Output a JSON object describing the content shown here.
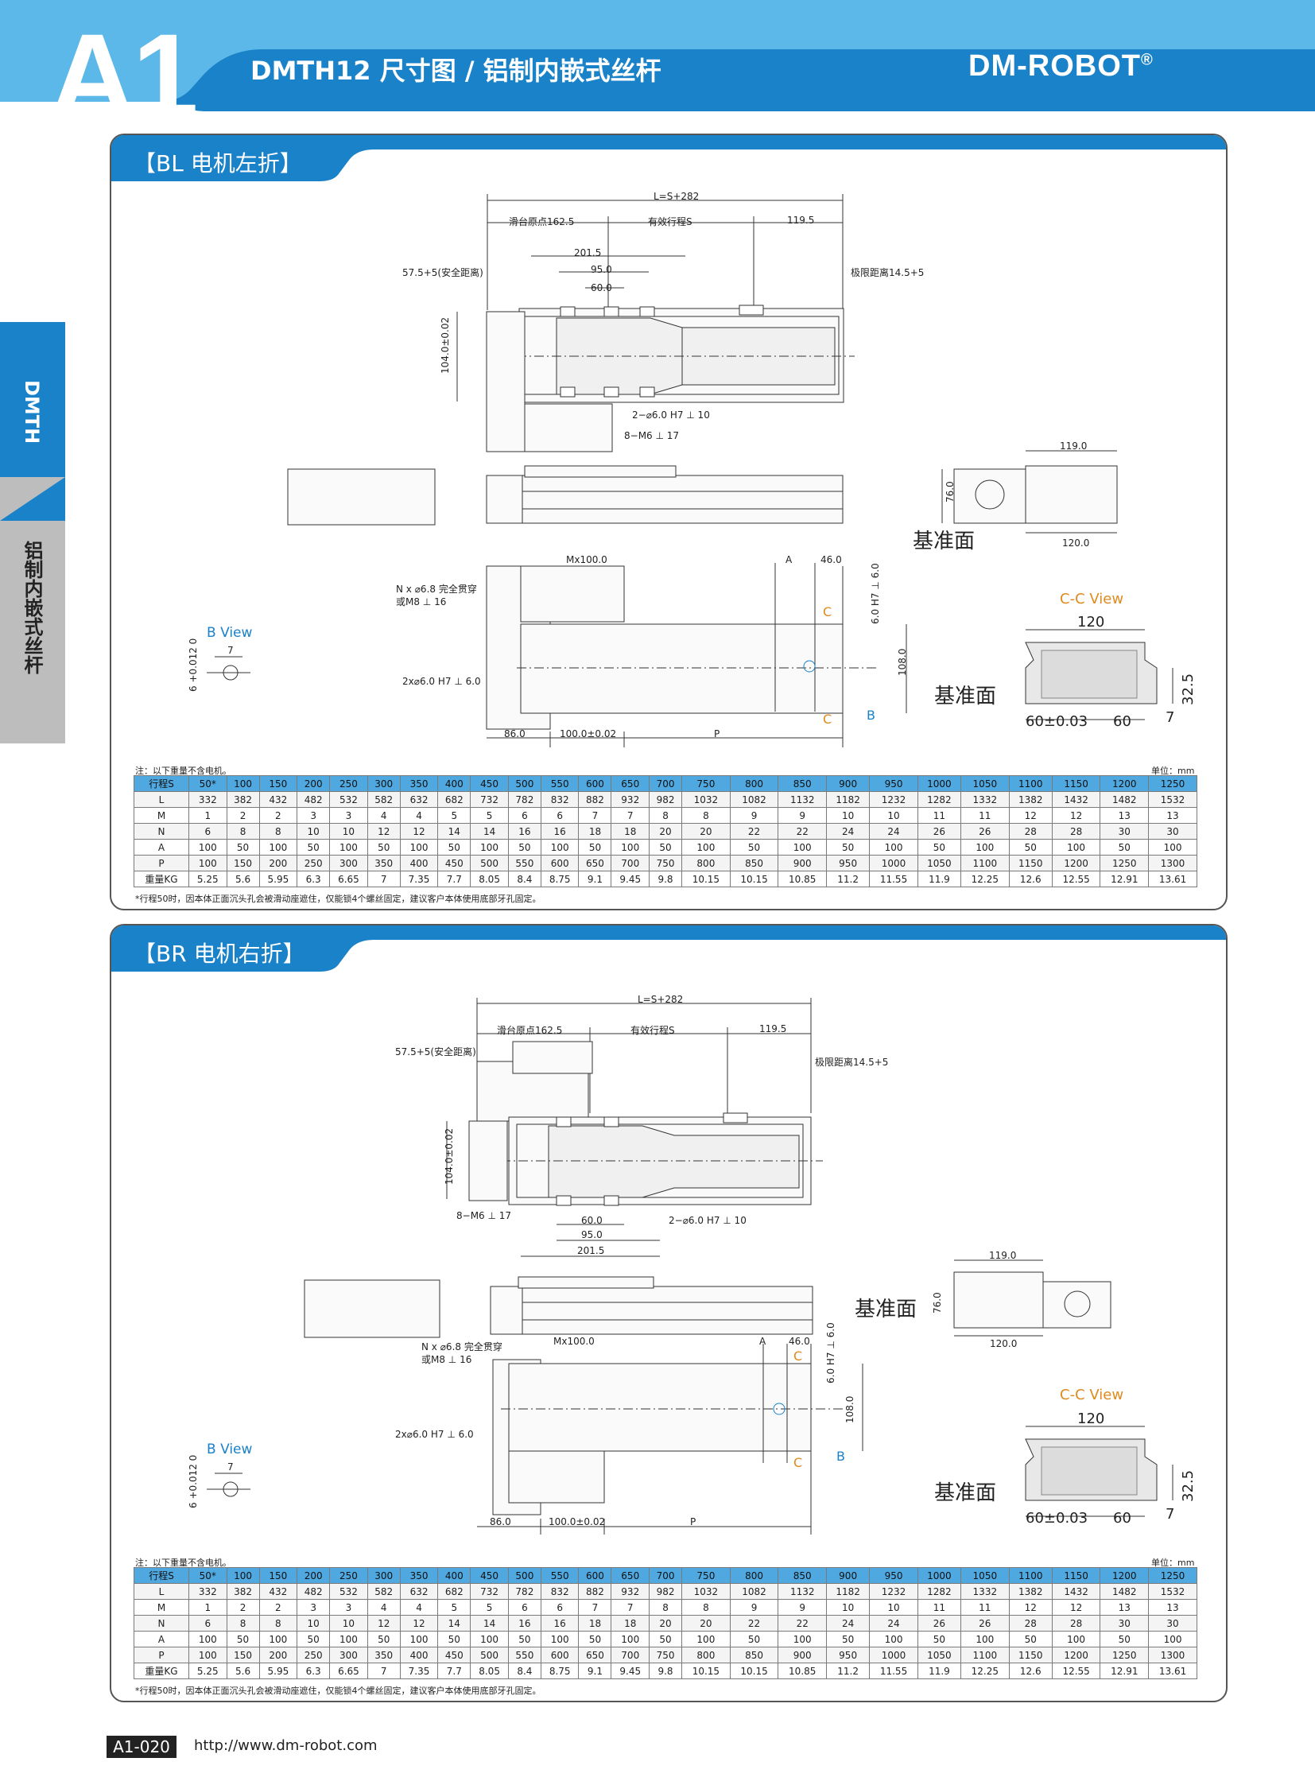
{
  "header": {
    "series": "A1",
    "title": "DMTH12 尺寸图 / 铝制内嵌式丝杆",
    "logo": "DM-ROBOT",
    "logo_reg": "®"
  },
  "side": {
    "tab_main": "DMTH",
    "tab_sub": "铝制内嵌式丝杆"
  },
  "sections": [
    {
      "tab": "【BL  电机左折】",
      "labels": {
        "overall": "L=S+282",
        "origin": "滑台原点162.5",
        "stroke": "有效行程S",
        "end": "119.5",
        "safety": "57.5+5(安全距离)",
        "limit": "极限距离14.5+5",
        "d2015": "201.5",
        "d95": "95.0",
        "d60": "60.0",
        "height": "104.0±0.02",
        "pin": "2−⌀6.0 H7 ⊥ 10",
        "screw": "8−M6 ⊥ 17",
        "side_w": "119.0",
        "side_h": "76.0",
        "side_b": "120.0",
        "datum": "基准面",
        "mx": "Mx100.0",
        "a": "A",
        "d46": "46.0",
        "holes": "N x ⌀6.8 完全贯穿",
        "holes2": "或M8 ⊥ 16",
        "pins2": "2x⌀6.0 H7 ⊥ 6.0",
        "h7": "6.0 H7 ⊥ 6.0",
        "d108": "108.0",
        "d86": "86.0",
        "d100": "100.0±0.02",
        "p": "P",
        "c": "C",
        "b": "B",
        "bview": "B View",
        "bview_dim": "7",
        "bview_tol": "6 +0.012 0",
        "ccview": "C-C View",
        "cc_w": "120",
        "cc_l": "60±0.03",
        "cc_r": "60",
        "cc_h": "32.5",
        "cc_s": "7"
      },
      "note": "注：以下重量不含电机。",
      "unit": "单位：mm",
      "footnote": "*行程50时，因本体正面沉头孔会被滑动座遮住，仅能锁4个螺丝固定，建议客户本体使用底部牙孔固定。"
    },
    {
      "tab": "【BR  电机右折】",
      "labels": {
        "overall": "L=S+282",
        "origin": "滑台原点162.5",
        "stroke": "有效行程S",
        "end": "119.5",
        "safety": "57.5+5(安全距离)",
        "limit": "极限距离14.5+5",
        "d2015": "201.5",
        "d95": "95.0",
        "d60": "60.0",
        "height": "104.0±0.02",
        "pin": "2−⌀6.0 H7 ⊥ 10",
        "screw": "8−M6 ⊥ 17",
        "side_w": "119.0",
        "side_h": "76.0",
        "side_b": "120.0",
        "datum": "基准面",
        "mx": "Mx100.0",
        "a": "A",
        "d46": "46.0",
        "holes": "N x ⌀6.8 完全贯穿",
        "holes2": "或M8 ⊥ 16",
        "pins2": "2x⌀6.0 H7 ⊥ 6.0",
        "h7": "6.0 H7 ⊥ 6.0",
        "d108": "108.0",
        "d86": "86.0",
        "d100": "100.0±0.02",
        "p": "P",
        "c": "C",
        "b": "B",
        "bview": "B View",
        "bview_dim": "7",
        "bview_tol": "6 +0.012 0",
        "ccview": "C-C View",
        "cc_w": "120",
        "cc_l": "60±0.03",
        "cc_r": "60",
        "cc_h": "32.5",
        "cc_s": "7"
      },
      "note": "注：以下重量不含电机。",
      "unit": "单位：mm",
      "footnote": "*行程50时，因本体正面沉头孔会被滑动座遮住，仅能锁4个螺丝固定，建议客户本体使用底部牙孔固定。"
    }
  ],
  "spec_table": {
    "rows": [
      {
        "label": "行程S",
        "values": [
          "50*",
          "100",
          "150",
          "200",
          "250",
          "300",
          "350",
          "400",
          "450",
          "500",
          "550",
          "600",
          "650",
          "700",
          "750",
          "800",
          "850",
          "900",
          "950",
          "1000",
          "1050",
          "1100",
          "1150",
          "1200",
          "1250"
        ]
      },
      {
        "label": "L",
        "values": [
          "332",
          "382",
          "432",
          "482",
          "532",
          "582",
          "632",
          "682",
          "732",
          "782",
          "832",
          "882",
          "932",
          "982",
          "1032",
          "1082",
          "1132",
          "1182",
          "1232",
          "1282",
          "1332",
          "1382",
          "1432",
          "1482",
          "1532"
        ]
      },
      {
        "label": "M",
        "values": [
          "1",
          "2",
          "2",
          "3",
          "3",
          "4",
          "4",
          "5",
          "5",
          "6",
          "6",
          "7",
          "7",
          "8",
          "8",
          "9",
          "9",
          "10",
          "10",
          "11",
          "11",
          "12",
          "12",
          "13",
          "13"
        ]
      },
      {
        "label": "N",
        "values": [
          "6",
          "8",
          "8",
          "10",
          "10",
          "12",
          "12",
          "14",
          "14",
          "16",
          "16",
          "18",
          "18",
          "20",
          "20",
          "22",
          "22",
          "24",
          "24",
          "26",
          "26",
          "28",
          "28",
          "30",
          "30"
        ]
      },
      {
        "label": "A",
        "values": [
          "100",
          "50",
          "100",
          "50",
          "100",
          "50",
          "100",
          "50",
          "100",
          "50",
          "100",
          "50",
          "100",
          "50",
          "100",
          "50",
          "100",
          "50",
          "100",
          "50",
          "100",
          "50",
          "100",
          "50",
          "100"
        ]
      },
      {
        "label": "P",
        "values": [
          "100",
          "150",
          "200",
          "250",
          "300",
          "350",
          "400",
          "450",
          "500",
          "550",
          "600",
          "650",
          "700",
          "750",
          "800",
          "850",
          "900",
          "950",
          "1000",
          "1050",
          "1100",
          "1150",
          "1200",
          "1250",
          "1300"
        ]
      },
      {
        "label": "重量KG",
        "values": [
          "5.25",
          "5.6",
          "5.95",
          "6.3",
          "6.65",
          "7",
          "7.35",
          "7.7",
          "8.05",
          "8.4",
          "8.75",
          "9.1",
          "9.45",
          "9.8",
          "10.15",
          "10.15",
          "10.85",
          "11.2",
          "11.55",
          "11.9",
          "12.25",
          "12.6",
          "12.55",
          "12.91",
          "13.61"
        ]
      }
    ]
  },
  "footer": {
    "page": "A1-020",
    "url": "http://www.dm-robot.com"
  },
  "colors": {
    "brand_blue": "#1a82c8",
    "light_blue": "#5cb8e8",
    "table_head": "#4fa8e0",
    "accent_orange": "#e08a1e"
  }
}
